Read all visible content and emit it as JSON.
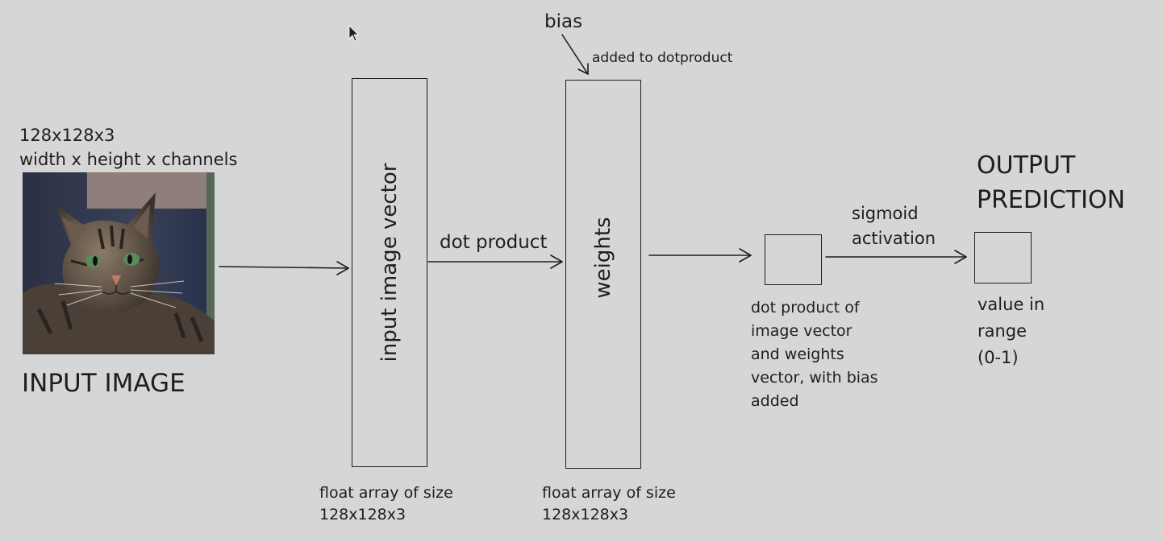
{
  "input": {
    "dims": "128x128x3",
    "dims_desc": "width x height x channels",
    "title": "INPUT IMAGE",
    "image_alt": "tabby cat photo"
  },
  "input_vector": {
    "label": "input image vector",
    "caption_line1": "float array of size",
    "caption_line2": "128x128x3"
  },
  "dot_product_label": "dot product",
  "bias": {
    "label": "bias",
    "note": "added to dotproduct"
  },
  "weights": {
    "label": "weights",
    "caption_line1": "float array of size",
    "caption_line2": "128x128x3"
  },
  "dot_result": {
    "lines": [
      "dot product of",
      "image vector",
      "and weights",
      "vector, with bias",
      "added"
    ]
  },
  "sigmoid": {
    "line1": "sigmoid",
    "line2": "activation"
  },
  "output": {
    "title_line1": "OUTPUT",
    "title_line2": "PREDICTION",
    "lines": [
      "value in",
      "range",
      "(0-1)"
    ]
  },
  "colors": {
    "background": "#d6d6d6",
    "stroke": "#1e1e1e"
  }
}
